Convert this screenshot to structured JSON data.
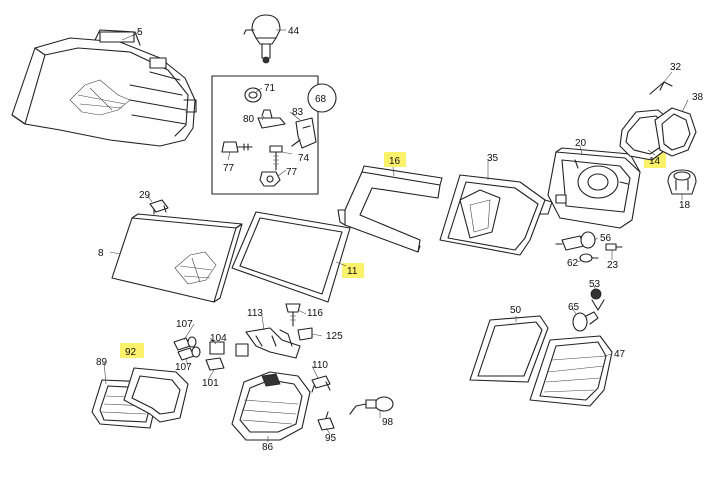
{
  "callouts": {
    "c5": "5",
    "c44": "44",
    "c71": "71",
    "c68": "68",
    "c80": "80",
    "c83": "83",
    "c77a": "77",
    "c74": "74",
    "c77b": "77",
    "c16": "16",
    "c35": "35",
    "c20": "20",
    "c32": "32",
    "c38": "38",
    "c14": "14",
    "c18": "18",
    "c29": "29",
    "c8": "8",
    "c11": "11",
    "c56": "56",
    "c62": "62",
    "c23": "23",
    "c53": "53",
    "c65": "65",
    "c50": "50",
    "c47": "47",
    "c113": "113",
    "c116": "116",
    "c125": "125",
    "c107a": "107",
    "c104": "104",
    "c92": "92",
    "c89": "89",
    "c107b": "107",
    "c101": "101",
    "c110": "110",
    "c86": "86",
    "c95": "95",
    "c98": "98"
  },
  "highlighted": [
    "16",
    "14",
    "11",
    "92"
  ],
  "colors": {
    "highlight": "#fbf16b",
    "line": "#222222"
  }
}
